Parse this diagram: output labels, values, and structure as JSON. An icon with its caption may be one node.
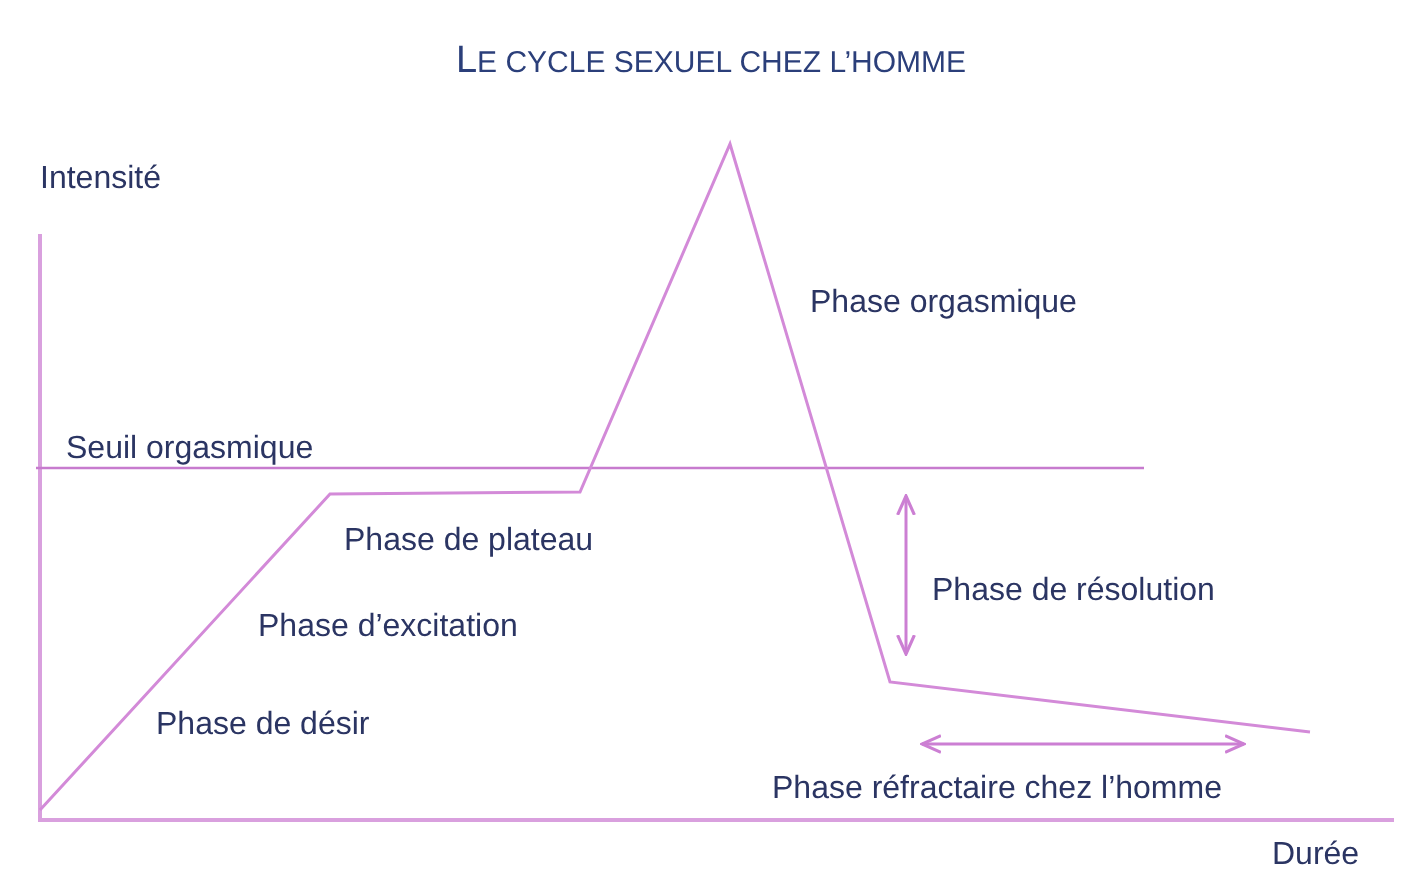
{
  "diagram": {
    "title": "LE CYCLE SEXUEL CHEZ L’HOMME",
    "labels": [
      "Intensité",
      "Phase orgasmique",
      "Seuil orgasmique",
      "Phase de plateau",
      "Phase de résolution",
      "Phase d’excitation",
      "Phase de désir",
      "Phase réfractaire chez l’homme",
      "Durée"
    ]
  }
}
